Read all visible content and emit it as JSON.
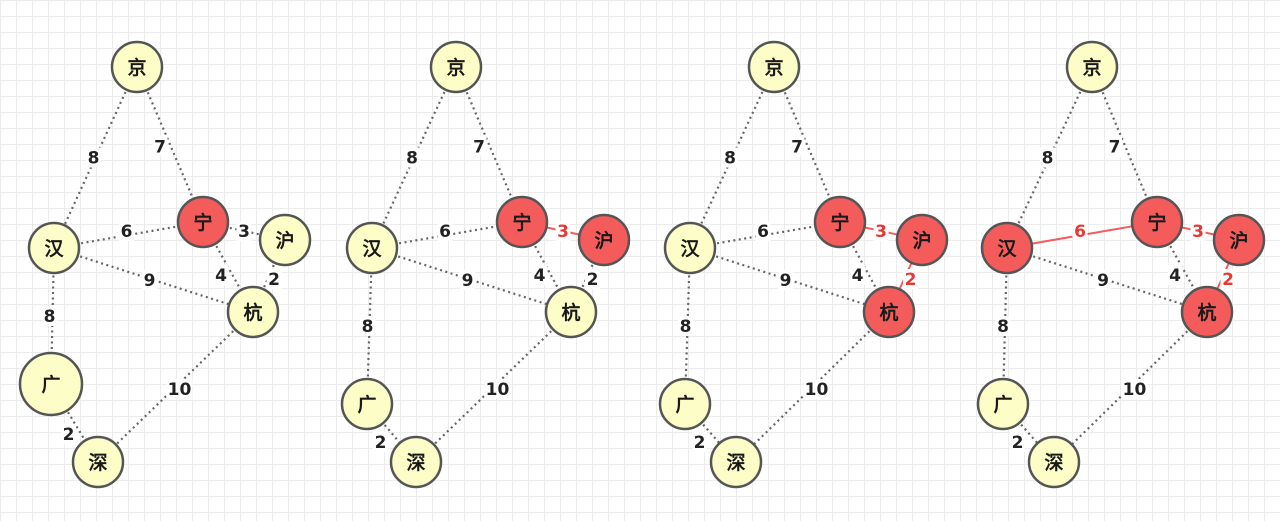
{
  "colors": {
    "node_fill": "#fdfdc8",
    "node_fill_selected": "#f45c5c",
    "node_stroke": "#555555",
    "edge": "#666666",
    "edge_selected": "#f45c5c",
    "weight_text": "#222222",
    "weight_text_selected": "#e53935"
  },
  "cities": {
    "jing": "京",
    "han": "汉",
    "ning": "宁",
    "hu": "沪",
    "hang": "杭",
    "guang": "广",
    "shen": "深"
  },
  "edges": [
    {
      "id": "jing-han",
      "a": "jing",
      "b": "han",
      "weight": "8"
    },
    {
      "id": "jing-ning",
      "a": "jing",
      "b": "ning",
      "weight": "7"
    },
    {
      "id": "han-ning",
      "a": "han",
      "b": "ning",
      "weight": "6"
    },
    {
      "id": "ning-hu",
      "a": "ning",
      "b": "hu",
      "weight": "3"
    },
    {
      "id": "ning-hang",
      "a": "ning",
      "b": "hang",
      "weight": "4"
    },
    {
      "id": "hu-hang",
      "a": "hu",
      "b": "hang",
      "weight": "2"
    },
    {
      "id": "han-hang",
      "a": "han",
      "b": "hang",
      "weight": "9"
    },
    {
      "id": "han-guang",
      "a": "han",
      "b": "guang",
      "weight": "8"
    },
    {
      "id": "guang-shen",
      "a": "guang",
      "b": "shen",
      "weight": "2"
    },
    {
      "id": "hang-shen",
      "a": "hang",
      "b": "shen",
      "weight": "10"
    }
  ],
  "steps": [
    {
      "selected_nodes": [
        "ning"
      ],
      "selected_edges": []
    },
    {
      "selected_nodes": [
        "ning",
        "hu"
      ],
      "selected_edges": [
        "ning-hu"
      ]
    },
    {
      "selected_nodes": [
        "ning",
        "hu",
        "hang"
      ],
      "selected_edges": [
        "ning-hu",
        "hu-hang"
      ]
    },
    {
      "selected_nodes": [
        "ning",
        "hu",
        "hang",
        "han"
      ],
      "selected_edges": [
        "ning-hu",
        "hu-hang",
        "han-ning"
      ]
    }
  ]
}
